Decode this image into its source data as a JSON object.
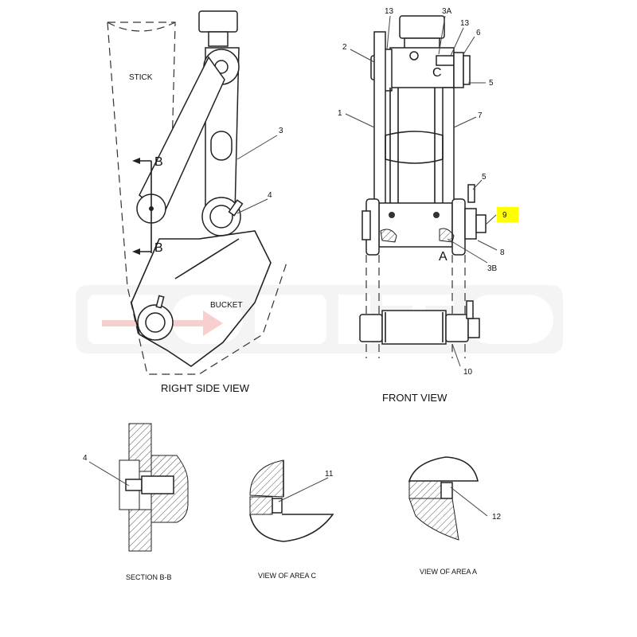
{
  "views": {
    "right_side": "RIGHT SIDE VIEW",
    "front": "FRONT VIEW",
    "section_bb": "SECTION B-B",
    "area_c": "VIEW OF AREA C",
    "area_a": "VIEW OF AREA A"
  },
  "region_labels": {
    "stick": "STICK",
    "bucket": "BUCKET",
    "section_b_top": "B",
    "section_b_bottom": "B",
    "area_c": "C",
    "area_a": "A"
  },
  "callouts": {
    "c_13_left": "13",
    "c_3A": "3A",
    "c_13_right": "13",
    "c_2": "2",
    "c_6": "6",
    "c_5_top": "5",
    "c_1": "1",
    "c_7": "7",
    "c_5_mid": "5",
    "c_9": "9",
    "c_8": "8",
    "c_3B": "3B",
    "c_10": "10",
    "c_3": "3",
    "c_4_side": "4",
    "c_4_section": "4",
    "c_11": "11",
    "c_12": "12"
  },
  "highlight_color": "#ffff00",
  "watermark": "COGITO"
}
